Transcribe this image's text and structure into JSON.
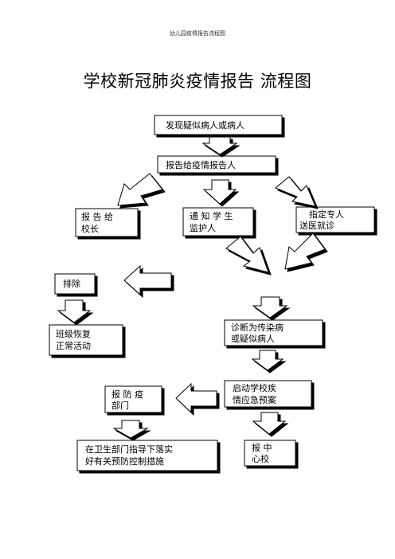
{
  "header": {
    "text": "幼儿园疫情报告流程图"
  },
  "title": "学校新冠肺炎疫情报告  流程图",
  "boxes": {
    "discover": {
      "line1": "发现疑似病人或病人",
      "line2": ""
    },
    "report_to": {
      "line1": "报告给疫情报告人",
      "line2": ""
    },
    "principal": {
      "line1": "报  告  给",
      "line2": "校长"
    },
    "guardian": {
      "line1": "通  知  学  生",
      "line2": "监护人"
    },
    "escort": {
      "line1": "指定专人",
      "line2": "送医就诊"
    },
    "exclude": {
      "line1": "排除",
      "line2": ""
    },
    "resume": {
      "line1": "班级恢复",
      "line2": "正常活动"
    },
    "diagnosed": {
      "line1": "诊断为传染病",
      "line2": "或疑似病人"
    },
    "plan": {
      "line1": "启动学校疾",
      "line2": "情应急预案"
    },
    "epidemic": {
      "line1": "报  防  疫",
      "line2": "部门"
    },
    "measures": {
      "line1": "在卫生部门指导下落实",
      "line2": "好有关预防控制措施"
    },
    "center": {
      "line1": "报    中",
      "line2": "心校"
    }
  }
}
